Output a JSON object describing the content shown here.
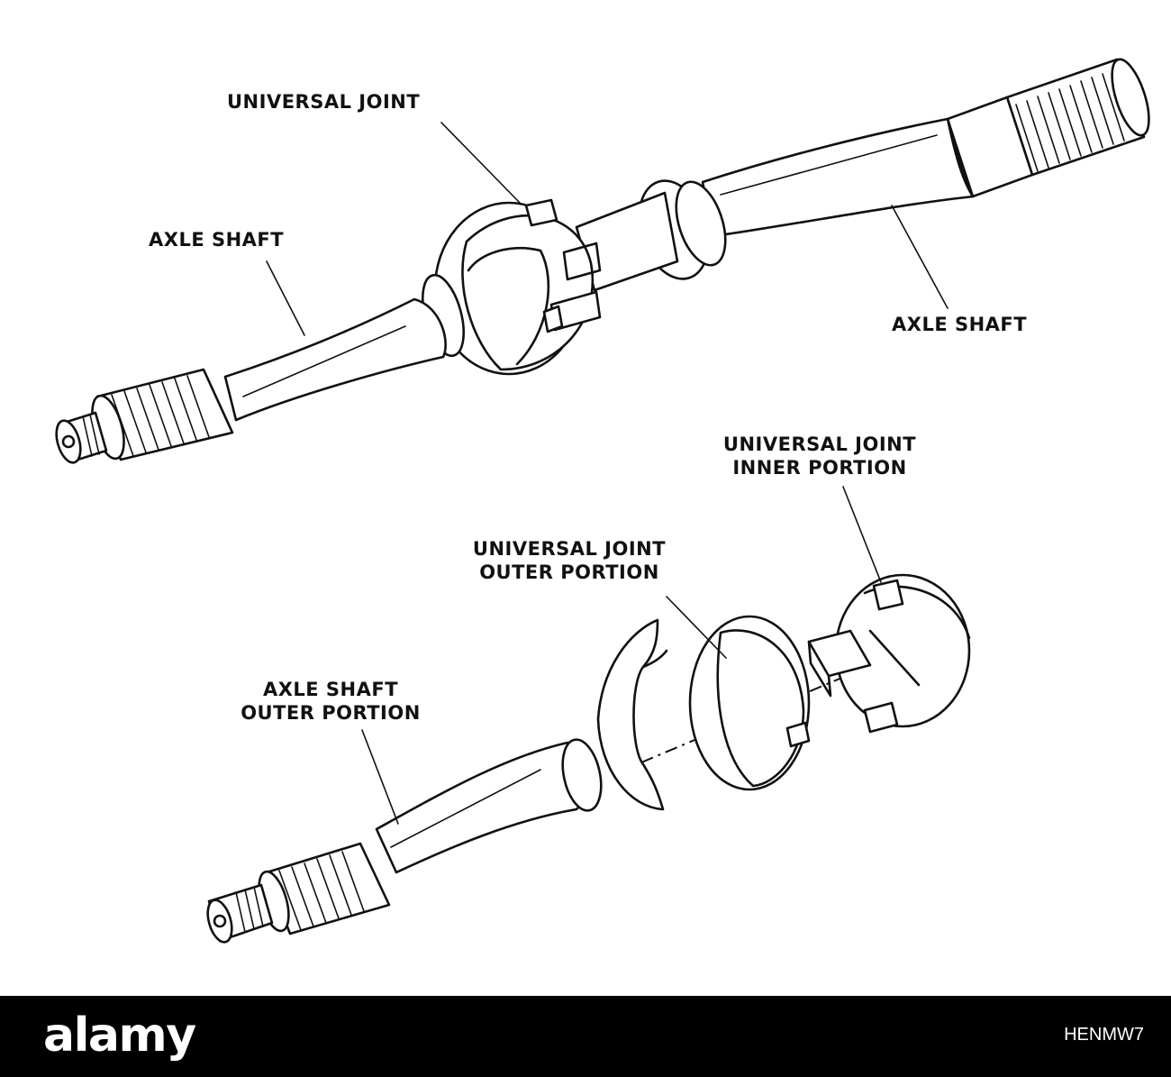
{
  "assembled": {
    "universal_joint_label": "UNIVERSAL JOINT",
    "left_shaft_label": "AXLE SHAFT",
    "right_shaft_label": "AXLE SHAFT"
  },
  "exploded": {
    "inner_portion_label": [
      "UNIVERSAL JOINT",
      "INNER PORTION"
    ],
    "outer_portion_label": [
      "UNIVERSAL JOINT",
      "OUTER PORTION"
    ],
    "shaft_outer_label": [
      "AXLE SHAFT",
      "OUTER PORTION"
    ]
  },
  "footer": {
    "brand": "alamy",
    "image_id": "HENMW7"
  }
}
